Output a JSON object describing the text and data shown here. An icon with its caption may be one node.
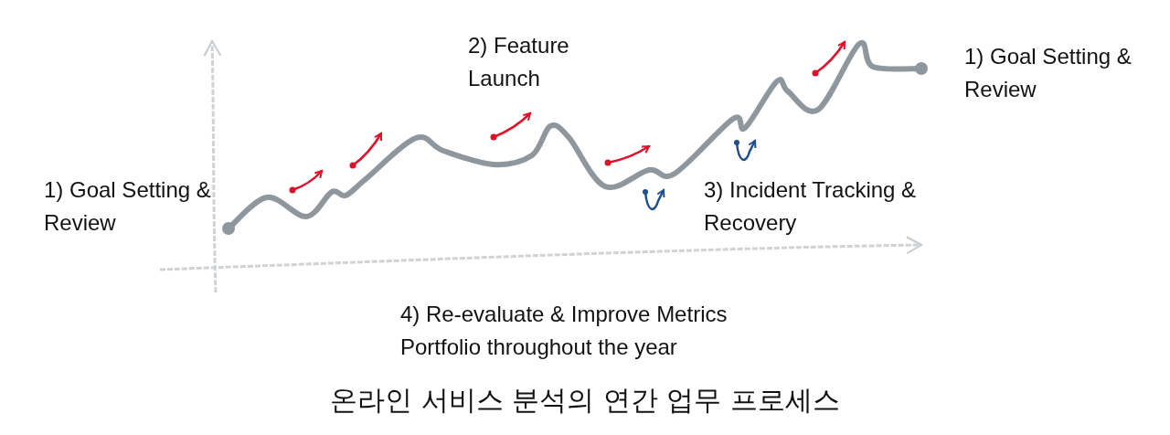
{
  "diagram": {
    "caption": "온라인 서비스 분석의 연간 업무 프로세스",
    "labels": [
      "1) Goal Setting & Review",
      "2) Feature Launch",
      "1) Goal Setting & Review",
      "3) Incident Tracking & Recovery",
      "4) Re-evaluate & Improve Metrics Portfolio throughout the year"
    ]
  }
}
